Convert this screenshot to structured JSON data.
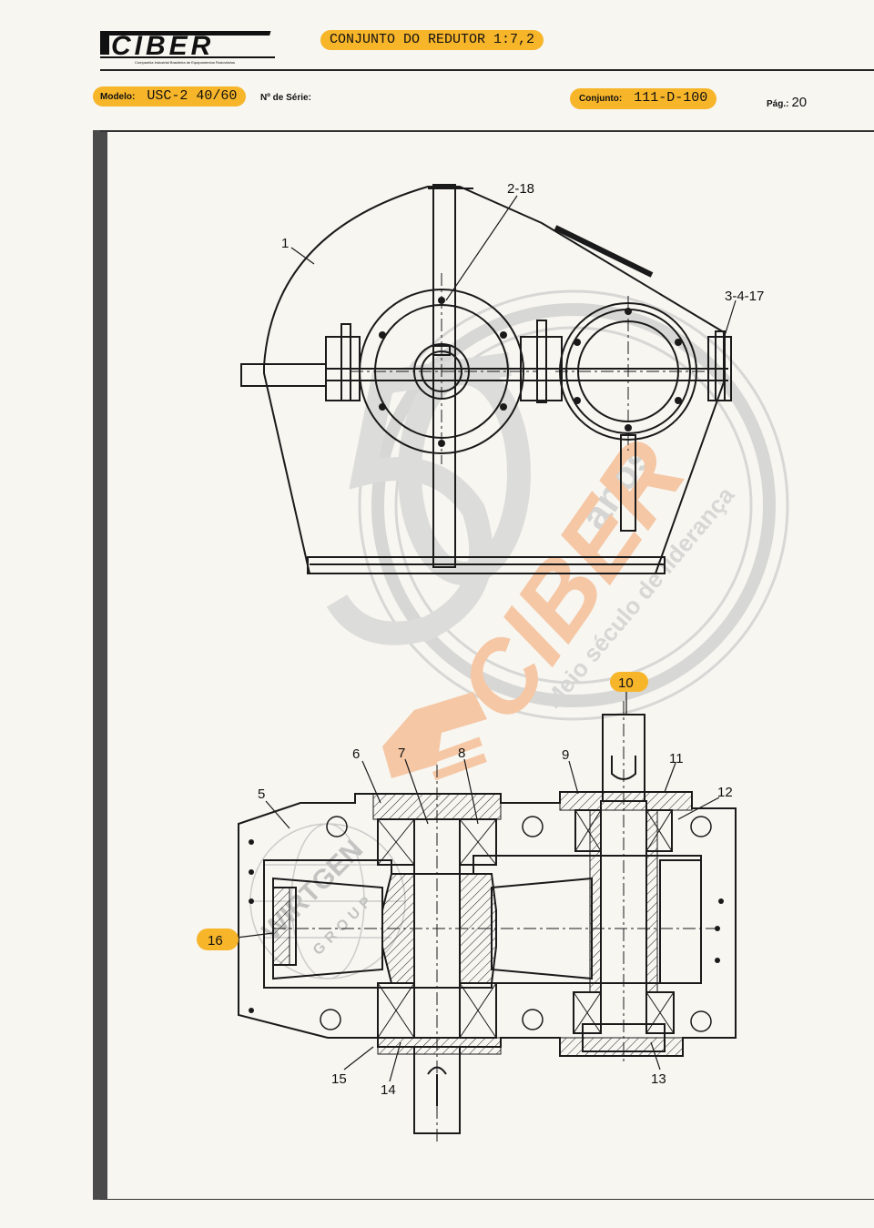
{
  "header": {
    "brand": "CIBER",
    "brand_subtitle": "Companhia Industrial Brasileira de Equipamentos Rodoviários",
    "title": "CONJUNTO DO REDUTOR 1:7,2",
    "modelo_label": "Modelo:",
    "modelo_value": "USC-2 40/60",
    "serie_label": "Nº de Série:",
    "conjunto_label": "Conjunto:",
    "conjunto_value": "111-D-100",
    "pag_label": "Pág.:",
    "pag_value": "20"
  },
  "callouts": {
    "c1": "1",
    "c2_18": "2-18",
    "c3_4_17": "3-4-17",
    "c5": "5",
    "c6": "6",
    "c7": "7",
    "c8": "8",
    "c9": "9",
    "c10": "10",
    "c11": "11",
    "c12": "12",
    "c13": "13",
    "c14": "14",
    "c15": "15",
    "c16": "16"
  },
  "watermark": {
    "anos": "anos",
    "brand": "CIBER",
    "tagline": "Meio século de liderança",
    "group": "WIRTGEN",
    "group_sub": "GROUP"
  },
  "colors": {
    "highlight": "#f7b52a",
    "watermark_orange": "#f4a167",
    "line": "#1a1a1a"
  }
}
